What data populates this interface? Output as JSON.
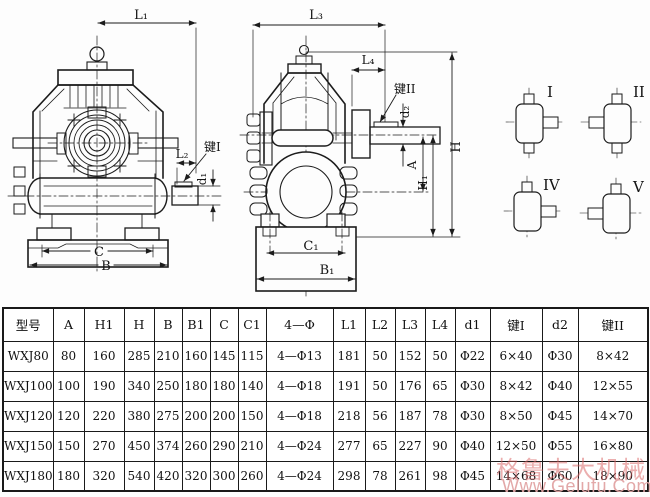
{
  "drawing": {
    "front_view": {
      "dims": {
        "L1": "L₁",
        "L2": "L₂",
        "d1": "d₁",
        "C": "C",
        "B": "B"
      },
      "key_label": "键I"
    },
    "side_view": {
      "dims": {
        "L3": "L₃",
        "L4": "L₄",
        "d2": "d₂",
        "A": "A",
        "H": "H",
        "H1": "H₁",
        "C1": "C₁",
        "B1": "B₁"
      },
      "key_label": "键II"
    },
    "variants": {
      "labels": [
        "I",
        "II",
        "IV",
        "V"
      ]
    }
  },
  "table": {
    "headers": [
      "型号",
      "A",
      "H1",
      "H",
      "B",
      "B1",
      "C",
      "C1",
      "4—Φ",
      "L1",
      "L2",
      "L3",
      "L4",
      "d1",
      "键I",
      "d2",
      "键II"
    ],
    "rows": [
      [
        "WXJ80",
        "80",
        "160",
        "285",
        "210",
        "160",
        "145",
        "115",
        "4—Φ13",
        "181",
        "50",
        "152",
        "50",
        "Φ22",
        "6×40",
        "Φ30",
        "8×42"
      ],
      [
        "WXJ100",
        "100",
        "190",
        "340",
        "250",
        "180",
        "180",
        "140",
        "4—Φ18",
        "191",
        "50",
        "176",
        "65",
        "Φ30",
        "8×42",
        "Φ40",
        "12×55"
      ],
      [
        "WXJ120",
        "120",
        "220",
        "380",
        "275",
        "200",
        "200",
        "150",
        "4—Φ18",
        "218",
        "56",
        "187",
        "78",
        "Φ30",
        "8×50",
        "Φ45",
        "14×70"
      ],
      [
        "WXJ150",
        "150",
        "270",
        "450",
        "374",
        "260",
        "290",
        "210",
        "4—Φ24",
        "277",
        "65",
        "227",
        "90",
        "Φ40",
        "12×50",
        "Φ55",
        "16×80"
      ],
      [
        "WXJ180",
        "180",
        "320",
        "540",
        "420",
        "320",
        "300",
        "260",
        "4—Φ24",
        "298",
        "78",
        "261",
        "98",
        "Φ45",
        "14×68",
        "Φ60",
        "18×90"
      ]
    ]
  },
  "watermark": {
    "cn": "格鲁夫大机械",
    "url": "Www.Gelufu.Com"
  },
  "colors": {
    "line": "#1c1c1c",
    "watermark_red": "#d9605f",
    "watermark_pink": "#e2a4a4",
    "bg": "#fdfdfd"
  }
}
